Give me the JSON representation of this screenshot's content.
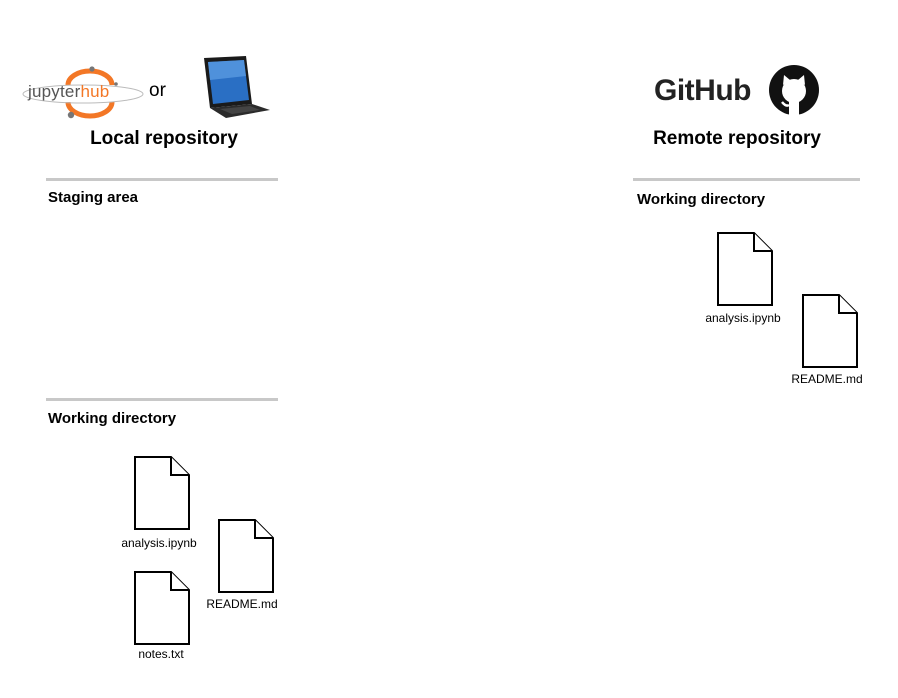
{
  "local": {
    "hub_logo_text_a": "jupyter",
    "hub_logo_text_b": "hub",
    "or_text": "or",
    "title": "Local repository",
    "staging_label": "Staging area",
    "working_label": "Working directory",
    "files": [
      "analysis.ipynb",
      "README.md",
      "notes.txt"
    ]
  },
  "remote": {
    "brand": "GitHub",
    "title": "Remote repository",
    "working_label": "Working directory",
    "files": [
      "analysis.ipynb",
      "README.md"
    ]
  },
  "colors": {
    "divider": "#c8c8c8",
    "jupyter_orange": "#f37726"
  }
}
